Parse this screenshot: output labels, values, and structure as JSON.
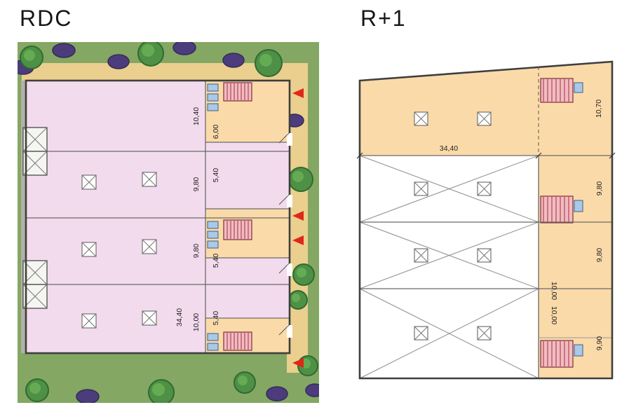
{
  "titles": {
    "rdc": "RDC",
    "r1": "R+1"
  },
  "colors": {
    "grass": "#84a763",
    "sand": "#eacf8e",
    "hall_pink": "#f3dbee",
    "circulation_orange": "#fbdaa9",
    "tree": "#4e9045",
    "tree_dark": "#2f6b31",
    "bush": "#4c3c7c",
    "wall": "#3f3f3f",
    "stair": "#f2bcc2",
    "stair_line": "#a03040",
    "fixture_blue": "#a9c9e8",
    "entrance_arrow": "#e02818",
    "dimension_text": "#1f1f1f"
  },
  "rdc": {
    "bay_heights": [
      "10,40",
      "9,80",
      "9,80",
      "10,00"
    ],
    "right_rooms": [
      "6,00",
      "5,40",
      "5,40",
      "5,40"
    ],
    "total_depth": "34,40"
  },
  "r1": {
    "top_band_depth": "10,70",
    "total_width": "34,40",
    "row_depths": [
      "9,80",
      "9,80",
      "9,90"
    ],
    "right_rooms": [
      "10,00",
      "10,00"
    ]
  }
}
